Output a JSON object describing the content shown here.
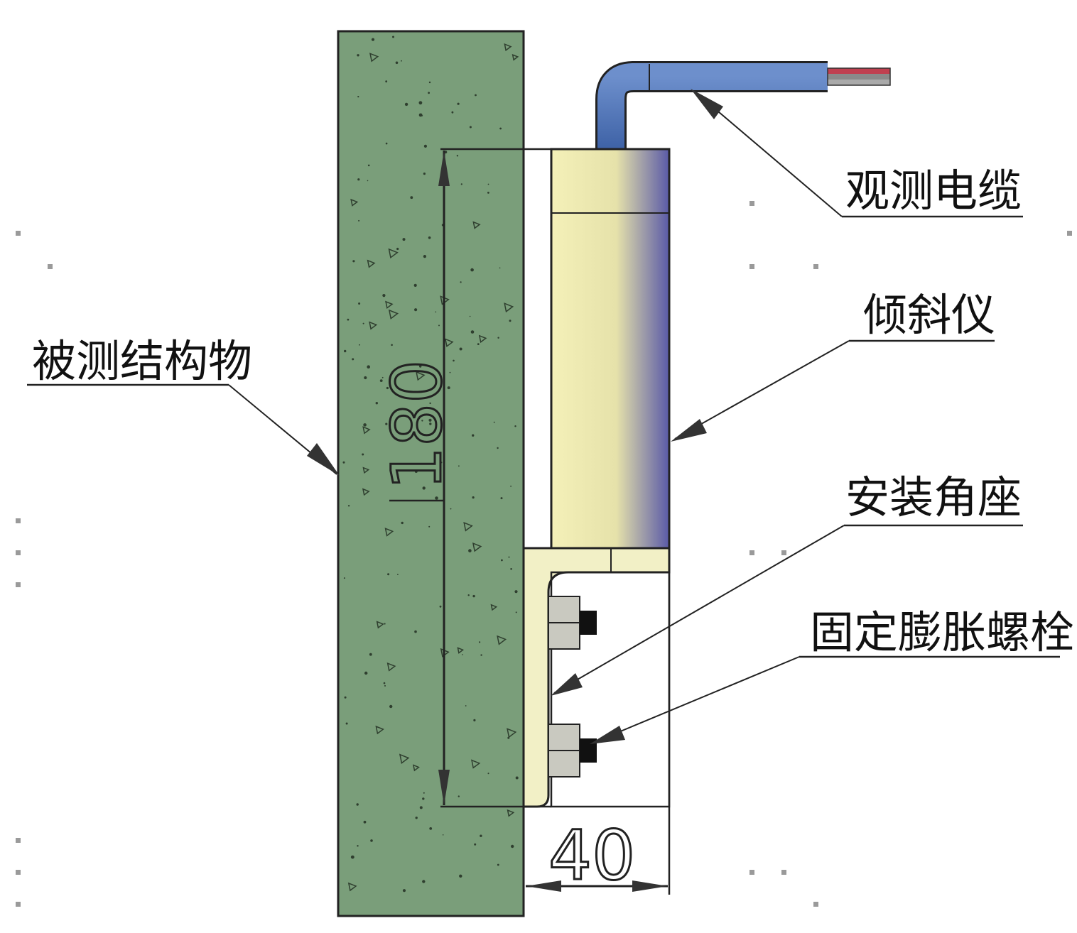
{
  "labels": {
    "structure": "被测结构物",
    "cable": "观测电缆",
    "inclinometer": "倾斜仪",
    "bracket": "安装角座",
    "bolt": "固定膨胀螺栓"
  },
  "dimensions": {
    "height": "180",
    "width": "40"
  },
  "colors": {
    "concrete": "#7a9e7a",
    "cable": "#4a6fb0",
    "inclinometer_light": "#f4f0b8",
    "inclinometer_dark": "#5a5aa8",
    "bracket": "#f2f0c6",
    "bolt": "#c9c9c0",
    "line": "#222222"
  }
}
